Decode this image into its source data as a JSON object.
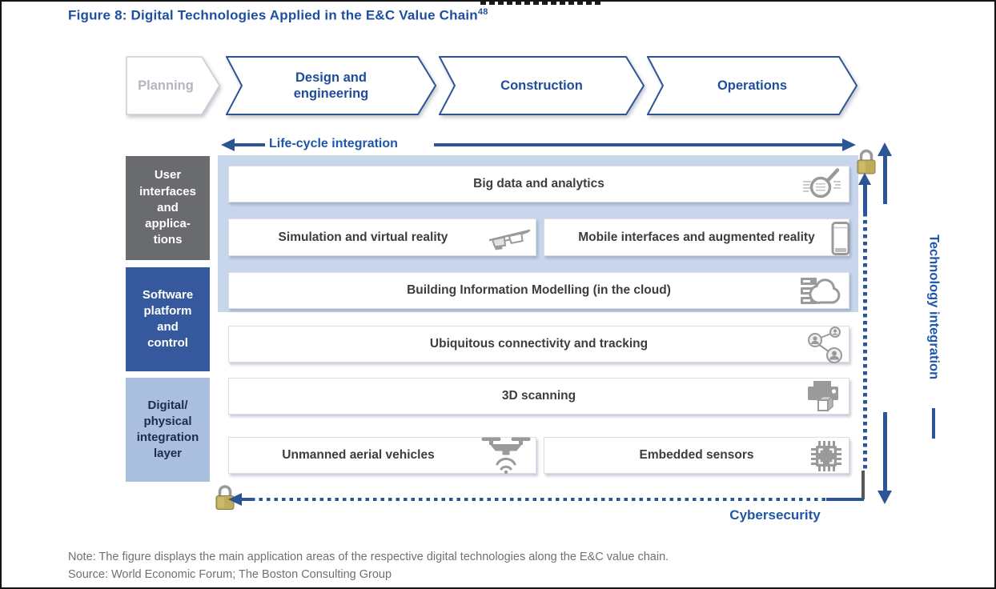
{
  "title": {
    "text": "Figure 8: Digital Technologies Applied in the E&C Value Chain",
    "superscript": "48"
  },
  "stages": [
    {
      "label": "Planning",
      "state": "inactive"
    },
    {
      "label": "Design and\nengineering",
      "state": "active"
    },
    {
      "label": "Construction",
      "state": "active"
    },
    {
      "label": "Operations",
      "state": "active"
    }
  ],
  "flow": {
    "lifecycle": "Life-cycle integration",
    "technology": "Technology integration",
    "cybersecurity": "Cybersecurity"
  },
  "layers": [
    {
      "label": "User\ninterfaces\nand\napplica-\ntions"
    },
    {
      "label": "Software\nplatform\nand\ncontrol"
    },
    {
      "label": "Digital/\nphysical\nintegration\nlayer"
    }
  ],
  "tech": {
    "big_data": {
      "label": "Big data and analytics",
      "icon": "magnifier-data-icon"
    },
    "simulation": {
      "label": "Simulation and virtual reality",
      "icon": "smart-glasses-icon"
    },
    "mobile": {
      "label": "Mobile interfaces and augmented reality",
      "icon": "smartphone-icon"
    },
    "bim": {
      "label": "Building Information Modelling (in the cloud)",
      "icon": "cloud-server-icon"
    },
    "connectivity": {
      "label": "Ubiquitous connectivity and tracking",
      "icon": "connected-people-icon"
    },
    "scanning": {
      "label": "3D scanning",
      "icon": "printer-3d-icon"
    },
    "uav": {
      "label": "Unmanned aerial vehicles",
      "icon": "drone-icon"
    },
    "sensors": {
      "label": "Embedded sensors",
      "icon": "microchip-icon"
    }
  },
  "footer": {
    "note": "Note: The figure displays the main application areas of the respective digital technologies along the E&C value chain.",
    "source": "Source: World Economic Forum; The Boston Consulting Group"
  },
  "colors": {
    "accent_blue": "#2b5597",
    "title_blue": "#1d4fa1",
    "chevron_border": "#2f5496",
    "chevron_text": "#1f4d9b",
    "inactive_gray": "#b3b7bd",
    "layer_dark_gray": "#696b6e",
    "layer_blue": "#35599c",
    "layer_light_blue": "#aabede",
    "panel_light_blue": "#c8d6ec",
    "box_text": "#3d3d3d",
    "icon_gray": "#9a9a9a",
    "note_gray": "#707070",
    "padlock_gold": "#c0aa5c"
  }
}
